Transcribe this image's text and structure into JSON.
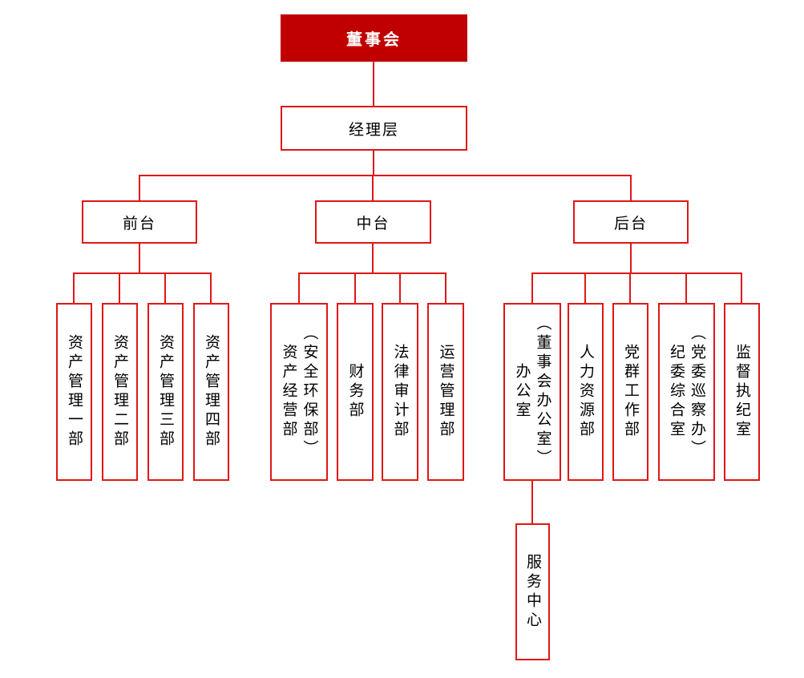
{
  "colors": {
    "root_fill": "#c00000",
    "line_color": "#e01616",
    "root_text_color": "#ffffff",
    "node_text_color": "#000000",
    "background": "#ffffff"
  },
  "nodes": {
    "root": {
      "label": "董事会"
    },
    "management": {
      "label": "经理层"
    },
    "front": {
      "label": "前台"
    },
    "middle": {
      "label": "中台"
    },
    "back": {
      "label": "后台"
    },
    "front_children": [
      {
        "label": "资产管理一部"
      },
      {
        "label": "资产管理二部"
      },
      {
        "label": "资产管理三部"
      },
      {
        "label": "资产管理四部"
      }
    ],
    "middle_children": [
      {
        "label": "资产经营部",
        "sub": "（安全环保部）"
      },
      {
        "label": "财务部"
      },
      {
        "label": "法律审计部"
      },
      {
        "label": "运营管理部"
      }
    ],
    "back_children": [
      {
        "label": "办公室",
        "sub": "（董事会办公室）"
      },
      {
        "label": "人力资源部"
      },
      {
        "label": "党群工作部"
      },
      {
        "label": "纪委综合室",
        "sub": "（党委巡察办）"
      },
      {
        "label": "监督执纪室"
      }
    ],
    "service": {
      "label": "服务中心"
    }
  }
}
